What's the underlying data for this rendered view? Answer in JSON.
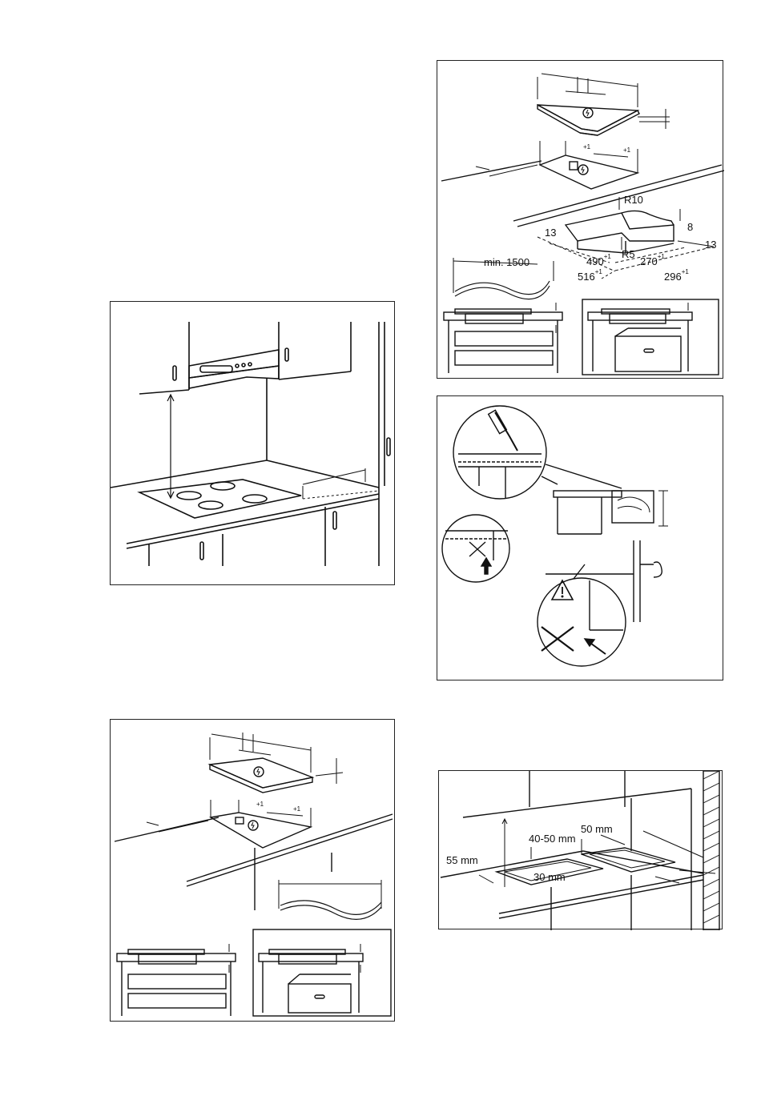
{
  "figure_hood": {},
  "figure_cutout_large": {
    "labels": {
      "r10": "R10",
      "r5": "R5",
      "d8": "8",
      "d13_left": "13",
      "d13_right": "13",
      "d490": "490",
      "d270": "270",
      "d516": "516",
      "d296": "296",
      "min1500": "min. 1500",
      "tol": "+1",
      "tol_a": "+1",
      "tol_b": "+1"
    }
  },
  "figure_sealing": {},
  "figure_cutout_small": {
    "labels": {
      "tol_a": "+1",
      "tol_b": "+1"
    }
  },
  "figure_two_hobs": {
    "labels": {
      "d55": "55 mm",
      "d4050": "40-50 mm",
      "d50": "50 mm",
      "d30": "30 mm"
    }
  }
}
